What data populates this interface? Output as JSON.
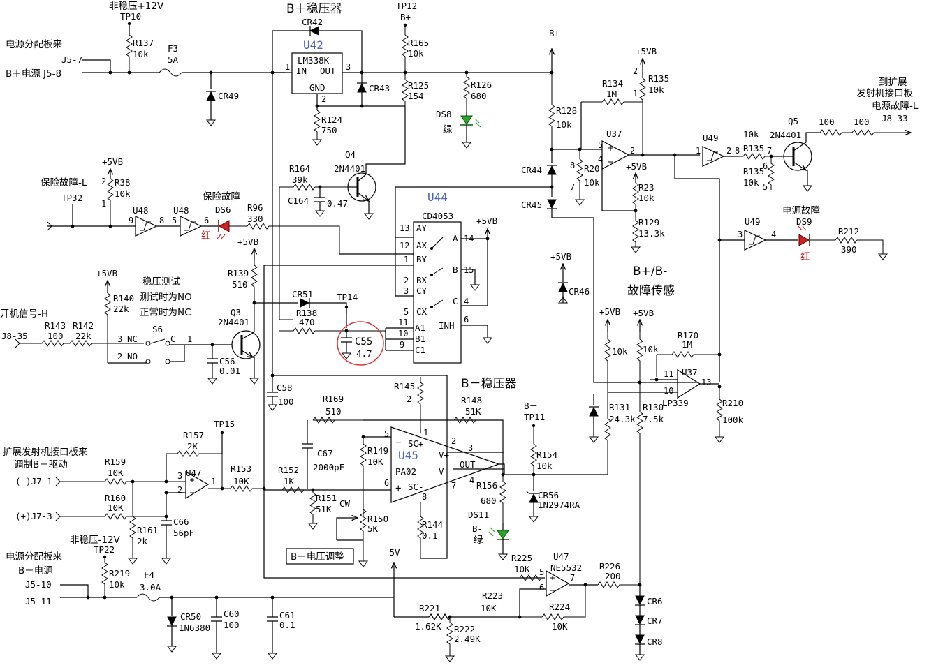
{
  "colors": {
    "wire": "#000000",
    "ic_label": "#4d63b8",
    "led_green": "#2aa52a",
    "led_red": "#cc2222",
    "circle": "#dd3333"
  },
  "title_bplus": "B＋稳压器",
  "title_bminus": "B－稳压器",
  "title_fault": "B+/B-",
  "title_fault2": "故障传感",
  "refs": {
    "u42": "U42",
    "u44": "U44",
    "u45": "U45",
    "u37a": "U37",
    "u37b": "U37",
    "u47a": "U47",
    "u47b": "U47",
    "u48a": "U48",
    "u48b": "U48",
    "u49a": "U49",
    "u49b": "U49",
    "q3": "Q3",
    "q4": "Q4",
    "q5": "Q5",
    "ds6": "DS6",
    "ds8": "DS8",
    "ds9": "DS9",
    "ds11": "DS11",
    "s6": "S6"
  },
  "parts": {
    "lm338k": "LM338K",
    "in": "IN",
    "out": "OUT",
    "gnd": "GND",
    "cd4053": "CD4053",
    "pa02": "PA02",
    "lp339": "LP339",
    "ne5532": "NE5532",
    "pa_out": "OUT",
    "q3_t": "2N4401",
    "q4_t": "2N4401",
    "q5_t": "2N4401",
    "pa_sc_p": "SC+",
    "pa_sc_m": "SC-",
    "pa_vp": "V+",
    "pa_vm": "V-"
  },
  "cd4053_pins": [
    "AY",
    "AX",
    "BY",
    "BX",
    "CY",
    "CX",
    "A1",
    "B1",
    "C1",
    "A",
    "B",
    "C",
    "INH"
  ],
  "labels": {
    "src1": "电源分配板来",
    "j5_7": "J5-7",
    "j5_8": "B＋电源 J5-8",
    "nw12": "非稳压+12V",
    "tp10": "TP10",
    "r137": "R137",
    "r137v": "10k",
    "f3": "F3",
    "f3v": "5A",
    "cr49": "CR49",
    "cr42": "CR42",
    "cr43": "CR43",
    "r124": "R124",
    "r124v": "750",
    "tp12": "TP12",
    "bplus": "B+",
    "r165": "R165",
    "r165v": "10k",
    "r125": "R125",
    "r125v": "154",
    "r126": "R126",
    "r126v": "680",
    "green": "绿",
    "bplus2": "B+",
    "r128": "R128",
    "r128v": "10k",
    "cr44": "CR44",
    "cr45": "CR45",
    "r20": "R20",
    "r20v": "10k",
    "r134": "R134",
    "r134v": "1M",
    "p5vb": "+5VB",
    "r135a": "R135",
    "r135av": "10k",
    "r23": "R23",
    "r23v": "10k",
    "r129": "R129",
    "r129v": "13.3k",
    "to1": "到扩展",
    "to2": "发射机接口板",
    "to3": "电源故障-L",
    "j8_33": "J8-33",
    "r135b": "R135",
    "r135bv": "10k",
    "r135c": "R135",
    "r135cv": "10k",
    "r100a": "100",
    "r100b": "100",
    "fault": "电源故障",
    "red": "红",
    "r212": "R212",
    "r212v": "390",
    "fuse_l": "保险故障-L",
    "tp32": "TP32",
    "r38": "R38",
    "r38v": "10k",
    "fuse": "保险故障",
    "r96": "R96",
    "r96v": "330",
    "r164": "R164",
    "r164v": "39k",
    "c164": "C164",
    "c164v": "0.47",
    "r139": "R139",
    "r139v": "510",
    "cr51": "CR51",
    "r138": "R138",
    "r138v": "470",
    "tp14": "TP14",
    "c55": "C55",
    "c55v": "4.7",
    "test1": "稳压测试",
    "test2": "测试时为NO",
    "test3": "正常时为NC",
    "r140": "R140",
    "r140v": "22k",
    "on": "开机信号-H",
    "j8_35": "J8-35",
    "r143": "R143",
    "r143v": "100",
    "r142": "R142",
    "r142v": "22k",
    "nc": "NC",
    "no": "NO",
    "c": "C",
    "c56": "C56",
    "c56v": "0.01",
    "c58": "C58",
    "c58v": "100",
    "cr46": "CR46",
    "r170": "R170",
    "r170v": "1M",
    "r131": "R131",
    "r131v": "24.3k",
    "r130": "R130",
    "r130v": "7.5k",
    "r210": "R210",
    "r210v": "100k",
    "r10ka": "10k",
    "r10kb": "10k",
    "r145": "R145",
    "r169": "R169",
    "r169v": "510",
    "r148": "R148",
    "r148v": "51K",
    "c67": "C67",
    "c67v": "2000pF",
    "r149": "R149",
    "r149v": "10K",
    "bminus": "B－",
    "tp11": "TP11",
    "r154": "R154",
    "r154v": "10k",
    "cr56": "CR56",
    "cr56v": "1N2974RA",
    "r156": "R156",
    "r156v": "680",
    "bgreen1": "B-",
    "bgreen2": "绿",
    "r151": "R151",
    "r151v": "51K",
    "r150": "R150",
    "r150v": "5K",
    "cw": "CW",
    "r144": "R144",
    "r144v": "0.1",
    "vadj": "B－电压调整",
    "m5v": "-5V",
    "ext1": "扩展发射机接口板来",
    "ext2": "调制B－驱动",
    "j7_1": "(-)J7-1",
    "j7_3": "(+)J7-3",
    "r159": "R159",
    "r159v": "10K",
    "r160": "R160",
    "r160v": "10K",
    "r157": "R157",
    "r157v": "2K",
    "tp15": "TP15",
    "r153": "R153",
    "r153v": "10K",
    "r152": "R152",
    "r152v": "1K",
    "r161": "R161",
    "r161v": "2k",
    "c66": "C66",
    "c66v": "56pF",
    "nw12m": "非稳压-12V",
    "tp22": "TP22",
    "src2": "电源分配板来",
    "bpower": "B－电源",
    "j5_10": "J5-10",
    "j5_11": "J5-11",
    "r219": "R219",
    "r219v": "10k",
    "f4": "F4",
    "f4v": "3.0A",
    "cr50": "CR50",
    "cr50v": "1N6380",
    "c60": "C60",
    "c60v": "100",
    "c61": "C61",
    "c61v": "0.1",
    "r221": "R221",
    "r221v": "1.62K",
    "r222": "R222",
    "r222v": "2.49K",
    "r223": "R223",
    "r223v": "10K",
    "r224": "R224",
    "r224v": "10K",
    "r225": "R225",
    "r225v": "10K",
    "r226": "R226",
    "r226v": "200",
    "cr6": "CR6",
    "cr7": "CR7",
    "cr8": "CR8"
  }
}
